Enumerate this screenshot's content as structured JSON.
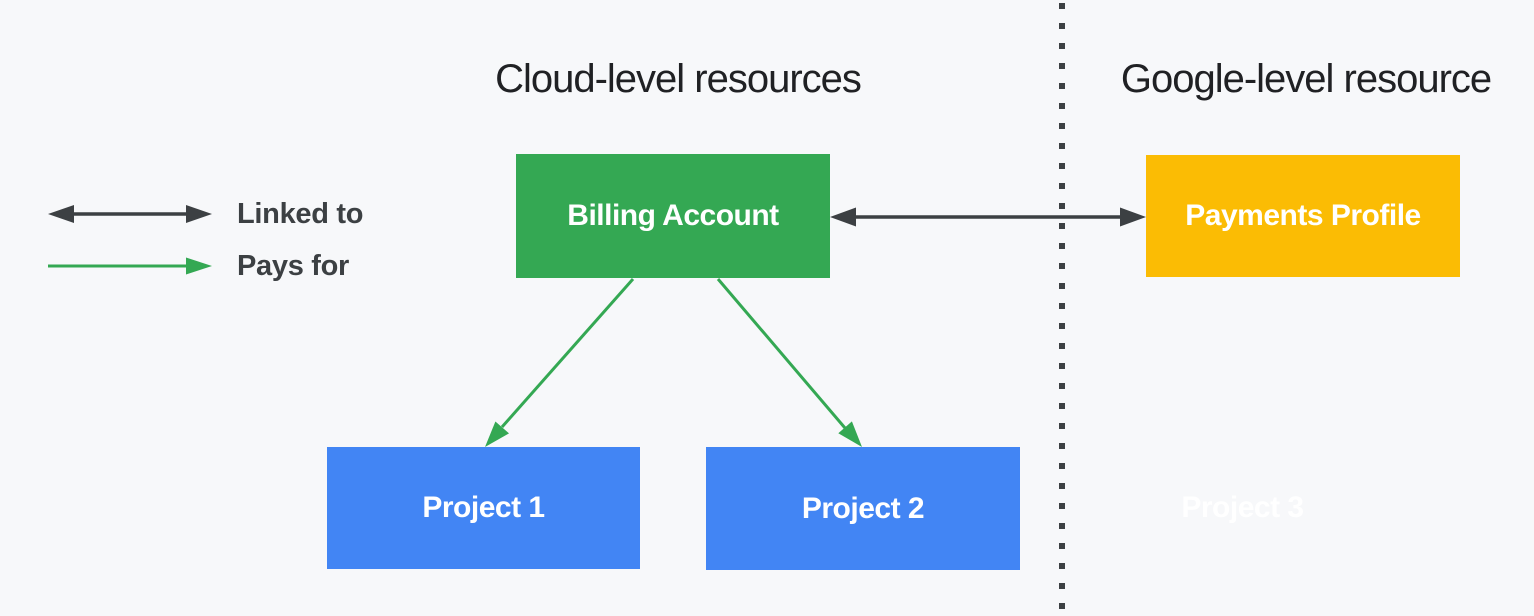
{
  "diagram": {
    "background": "#F7F8FA",
    "divider_color": "#3C4043",
    "section_left_title": "Cloud-level resources",
    "section_right_title": "Google-level resource",
    "legend": {
      "linked_to_label": "Linked to",
      "pays_for_label": "Pays for"
    },
    "colors": {
      "linked_arrow": "#3C4043",
      "pays_arrow": "#34A853"
    },
    "nodes": {
      "billing_account": {
        "label": "Billing Account",
        "color": "#34A853",
        "text_color": "#FFFFFF"
      },
      "payments_profile": {
        "label": "Payments Profile",
        "color": "#FBBC04",
        "text_color": "#FFFFFF"
      },
      "project1": {
        "label": "Project 1",
        "color": "#4285F4",
        "text_color": "#FFFFFF"
      },
      "project2": {
        "label": "Project 2",
        "color": "#4285F4",
        "text_color": "#FFFFFF"
      },
      "project3": {
        "label": "Project 3",
        "color": "transparent",
        "text_color": "#FFFFFF"
      }
    },
    "edges": [
      {
        "type": "linked_to",
        "from": "billing_account",
        "to": "payments_profile"
      },
      {
        "type": "pays_for",
        "from": "billing_account",
        "to": "project1"
      },
      {
        "type": "pays_for",
        "from": "billing_account",
        "to": "project2"
      }
    ]
  }
}
